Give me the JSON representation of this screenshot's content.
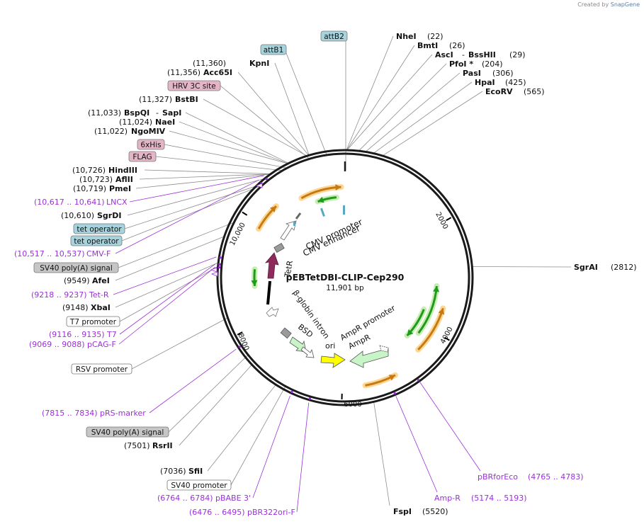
{
  "credit": {
    "prefix": "Created by",
    "brand": "SnapGene"
  },
  "plasmid": {
    "name": "pEBTetDBI-CLIP-Cep290",
    "size": "11,901 bp"
  },
  "ticks": [
    "2000",
    "4000",
    "6000",
    "8000",
    "10,000"
  ],
  "sites": {
    "nhei": {
      "name": "NheI",
      "pos": "(22)"
    },
    "bmti": {
      "name": "BmtI",
      "pos": "(26)"
    },
    "asci": {
      "name": "AscI",
      "sep": "-",
      "name2": "BssHII",
      "pos": "(29)"
    },
    "pfoi": {
      "name": "PfoI *",
      "pos": "(204)"
    },
    "pasi": {
      "name": "PasI",
      "pos": "(306)"
    },
    "hpai": {
      "name": "HpaI",
      "pos": "(425)"
    },
    "ecorv": {
      "name": "EcoRV",
      "pos": "(565)"
    },
    "sgrai": {
      "name": "SgrAI",
      "pos": "(2812)"
    },
    "fspi": {
      "name": "FspI",
      "pos": "(5520)"
    },
    "kpni": {
      "name": "KpnI",
      "pos": "(11,360)"
    },
    "acc65i": {
      "name": "Acc65I",
      "pos": "(11,356)"
    },
    "bstbi": {
      "name": "BstBI",
      "pos": "(11,327)"
    },
    "bspqi": {
      "name": "BspQI",
      "sep": "-",
      "name2": "SapI",
      "pos": "(11,033)"
    },
    "naei": {
      "name": "NaeI",
      "pos": "(11,024)"
    },
    "ngomiv": {
      "name": "NgoMIV",
      "pos": "(11,022)"
    },
    "hindiii": {
      "name": "HindIII",
      "pos": "(10,726)"
    },
    "aflii": {
      "name": "AflII",
      "pos": "(10,723)"
    },
    "pmei": {
      "name": "PmeI",
      "pos": "(10,719)"
    },
    "sgrdi": {
      "name": "SgrDI",
      "pos": "(10,610)"
    },
    "afei": {
      "name": "AfeI",
      "pos": "(9549)"
    },
    "xbai": {
      "name": "XbaI",
      "pos": "(9148)"
    },
    "rsrii": {
      "name": "RsrII",
      "pos": "(7501)"
    },
    "sfii": {
      "name": "SfiI",
      "pos": "(7036)"
    }
  },
  "primers": {
    "lncx": {
      "range": "(10,617 .. 10,641)",
      "name": "LNCX"
    },
    "cmvf": {
      "range": "(10,517 .. 10,537)",
      "name": "CMV-F"
    },
    "tetr": {
      "range": "(9218 .. 9237)",
      "name": "Tet-R"
    },
    "t7": {
      "range": "(9116 .. 9135)",
      "name": "T7"
    },
    "pcagf": {
      "range": "(9069 .. 9088)",
      "name": "pCAG-F"
    },
    "prsmarker": {
      "range": "(7815 .. 7834)",
      "name": "pRS-marker"
    },
    "pbabe3": {
      "range": "(6764 .. 6784)",
      "name": "pBABE 3'"
    },
    "pbr322": {
      "range": "(6476 .. 6495)",
      "name": "pBR322ori-F"
    },
    "pbrforeco": {
      "name": "pBRforEco",
      "range": "(4765 .. 4783)"
    },
    "ampr": {
      "name": "Amp-R",
      "range": "(5174 .. 5193)"
    }
  },
  "boxes": {
    "attb2": "attB2",
    "attb1": "attB1",
    "hrv3c": "HRV 3C site",
    "his6": "6xHis",
    "flag": "FLAG",
    "teto1": "tet operator",
    "teto2": "tet operator",
    "sv40pa1": "SV40 poly(A) signal",
    "t7prom": "T7 promoter",
    "rsvprom": "RSV promoter",
    "sv40pa2": "SV40 poly(A) signal",
    "sv40prom": "SV40 promoter"
  },
  "features": {
    "cmv_promoter": "CMV promoter",
    "cmv_enhancer": "CMV enhancer",
    "tetr": "TetR",
    "bglobin": "β-globin intron",
    "bsd": "BSD",
    "ori": "ori",
    "amprprom": "AmpR promoter",
    "ampr": "AmpR"
  },
  "colors": {
    "primer": "#9b30d9",
    "line": "#8c8c8c",
    "backbone": "#1a1a1a",
    "box_blue": "#a6d3dc",
    "box_pink": "#e3b5c6",
    "box_gray": "#c6c6c6",
    "ampr_green": "#c8f5c8",
    "ori_yellow": "#ffff00",
    "tetr_purple": "#8e2a5c",
    "orf_green": "#1e9a1e",
    "orf_orange": "#c77a12"
  }
}
